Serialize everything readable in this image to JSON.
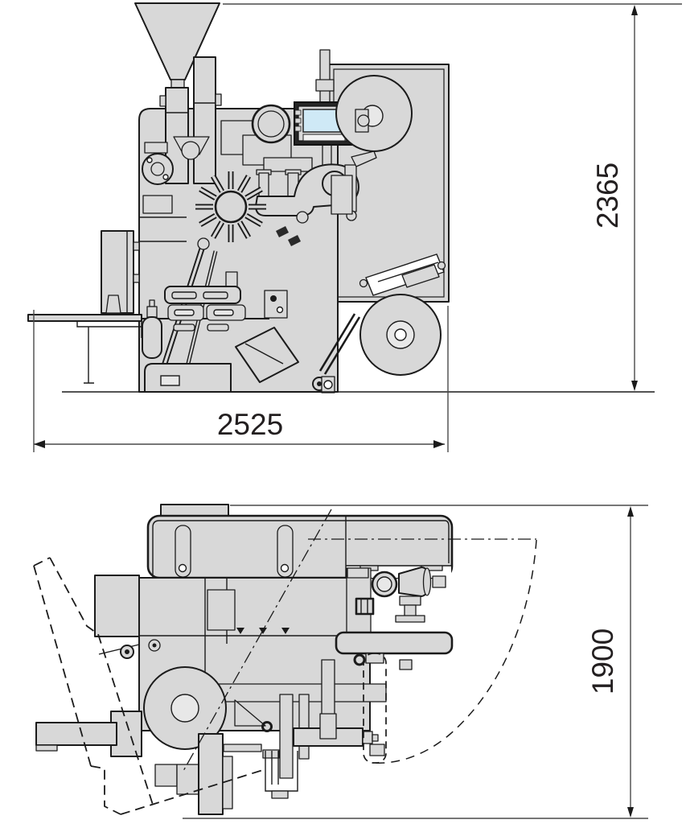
{
  "drawing": {
    "kind": "two-view machine dimension drawing",
    "views": {
      "side_elevation": {
        "name": "side-elevation-view"
      },
      "plan_view": {
        "name": "plan-top-view"
      }
    }
  },
  "dimensions": {
    "side_view_height": "2365",
    "side_view_width": "2525",
    "plan_view_depth": "1900"
  },
  "colors": {
    "machine_fill": "#d8d8d8",
    "machine_fill_light": "#e8e8e8",
    "outline": "#1b1b1b",
    "screen_blue": "#cfe9f6",
    "hmi_frame": "#262626",
    "dimension_line": "#4a4a4a",
    "text": "#231f20",
    "background": "#ffffff"
  }
}
